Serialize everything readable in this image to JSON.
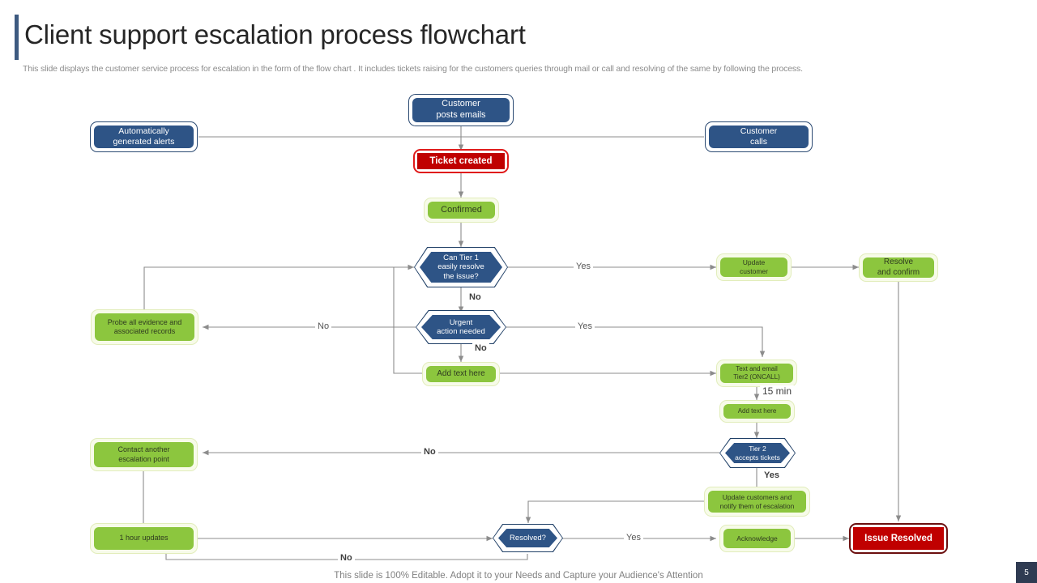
{
  "header": {
    "title": "Client support escalation process flowchart",
    "subtitle": "This slide displays the customer service process for escalation in the form of the flow chart . It includes tickets raising for the customers queries through mail or call and resolving of the same by following the process.",
    "accent_color": "#3d5a80"
  },
  "footer": {
    "note": "This slide is 100% Editable. Adopt it to your Needs and Capture your Audience's Attention",
    "page_number": "5"
  },
  "palette": {
    "blue_fill": "#2e5486",
    "green_fill": "#8cc63e",
    "red_fill": "#c00000",
    "red_bright_border": "#e01b1b",
    "red_dark_border": "#6b0f0f",
    "line": "#8c8c8c"
  },
  "chart_data": {
    "type": "diagram",
    "title": "Client support escalation process flowchart",
    "nodes": [
      {
        "id": "customer_posts_emails",
        "label": "Customer\nposts emails",
        "shape": "rounded-rect",
        "style": "blue"
      },
      {
        "id": "automatically_generated_alerts",
        "label": "Automatically\ngenerated alerts",
        "shape": "rounded-rect",
        "style": "blue"
      },
      {
        "id": "customer_calls",
        "label": "Customer\ncalls",
        "shape": "rounded-rect",
        "style": "blue"
      },
      {
        "id": "ticket_created",
        "label": "Ticket created",
        "shape": "rect",
        "style": "red-bright"
      },
      {
        "id": "confirmed",
        "label": "Confirmed",
        "shape": "rounded-rect",
        "style": "green"
      },
      {
        "id": "can_tier1_resolve",
        "label": "Can Tier 1\neasily resolve\nthe issue?",
        "shape": "hexagon",
        "style": "blue"
      },
      {
        "id": "update_customer",
        "label": "Update\ncustomer",
        "shape": "rounded-rect",
        "style": "green"
      },
      {
        "id": "resolve_and_confirm",
        "label": "Resolve\nand confirm",
        "shape": "rounded-rect",
        "style": "green"
      },
      {
        "id": "probe_all_evidence",
        "label": "Probe all evidence and\nassociated records",
        "shape": "rounded-rect",
        "style": "green"
      },
      {
        "id": "urgent_action_needed",
        "label": "Urgent\naction needed",
        "shape": "hexagon",
        "style": "blue"
      },
      {
        "id": "add_text_here_1",
        "label": "Add text here",
        "shape": "rounded-rect",
        "style": "green"
      },
      {
        "id": "text_and_email_tier2",
        "label": "Text and email\nTier2 (ONCALL)",
        "shape": "rounded-rect",
        "style": "green"
      },
      {
        "id": "add_text_here_2",
        "label": "Add text here",
        "shape": "rounded-rect",
        "style": "green"
      },
      {
        "id": "tier2_accepts_tickets",
        "label": "Tier 2\naccepts tickets",
        "shape": "hexagon",
        "style": "blue"
      },
      {
        "id": "contact_another_escalation_point",
        "label": "Contact another\nescalation point",
        "shape": "rounded-rect",
        "style": "green"
      },
      {
        "id": "update_customers_notify",
        "label": "Update customers and\nnotify them of escalation",
        "shape": "rounded-rect",
        "style": "green"
      },
      {
        "id": "one_hour_updates",
        "label": "1 hour updates",
        "shape": "rounded-rect",
        "style": "green"
      },
      {
        "id": "resolved_question",
        "label": "Resolved?",
        "shape": "hexagon",
        "style": "blue"
      },
      {
        "id": "acknowledge",
        "label": "Acknowledge",
        "shape": "rounded-rect",
        "style": "green"
      },
      {
        "id": "issue_resolved",
        "label": "Issue Resolved",
        "shape": "rect",
        "style": "red-dark"
      }
    ],
    "edges": [
      {
        "from": "customer_posts_emails",
        "to": "ticket_created",
        "label": ""
      },
      {
        "from": "automatically_generated_alerts",
        "to": "ticket_created",
        "label": ""
      },
      {
        "from": "customer_calls",
        "to": "ticket_created",
        "label": ""
      },
      {
        "from": "ticket_created",
        "to": "confirmed",
        "label": ""
      },
      {
        "from": "confirmed",
        "to": "can_tier1_resolve",
        "label": ""
      },
      {
        "from": "can_tier1_resolve",
        "to": "update_customer",
        "label": "Yes"
      },
      {
        "from": "update_customer",
        "to": "resolve_and_confirm",
        "label": ""
      },
      {
        "from": "resolve_and_confirm",
        "to": "issue_resolved",
        "label": ""
      },
      {
        "from": "can_tier1_resolve",
        "to": "urgent_action_needed",
        "label": "No"
      },
      {
        "from": "urgent_action_needed",
        "to": "probe_all_evidence",
        "label": "No"
      },
      {
        "from": "probe_all_evidence",
        "to": "can_tier1_resolve",
        "label": ""
      },
      {
        "from": "urgent_action_needed",
        "to": "text_and_email_tier2",
        "label": "Yes"
      },
      {
        "from": "urgent_action_needed",
        "to": "add_text_here_1",
        "label": "No"
      },
      {
        "from": "add_text_here_1",
        "to": "text_and_email_tier2",
        "label": ""
      },
      {
        "from": "text_and_email_tier2",
        "to": "add_text_here_2",
        "label": "15 min"
      },
      {
        "from": "add_text_here_2",
        "to": "tier2_accepts_tickets",
        "label": ""
      },
      {
        "from": "tier2_accepts_tickets",
        "to": "contact_another_escalation_point",
        "label": "No"
      },
      {
        "from": "tier2_accepts_tickets",
        "to": "update_customers_notify",
        "label": "Yes"
      },
      {
        "from": "update_customers_notify",
        "to": "resolved_question",
        "label": ""
      },
      {
        "from": "one_hour_updates",
        "to": "resolved_question",
        "label": ""
      },
      {
        "from": "resolved_question",
        "to": "acknowledge",
        "label": "Yes"
      },
      {
        "from": "resolved_question",
        "to": "one_hour_updates",
        "label": "No"
      },
      {
        "from": "acknowledge",
        "to": "issue_resolved",
        "label": ""
      }
    ],
    "edge_labels": [
      "Yes",
      "No",
      "No",
      "Yes",
      "No",
      "15 min",
      "No",
      "Yes",
      "Yes",
      "No"
    ]
  },
  "nodes": {
    "customer_posts_emails": "Customer\nposts emails",
    "automatically_generated_alerts": "Automatically\ngenerated alerts",
    "customer_calls": "Customer\ncalls",
    "ticket_created": "Ticket created",
    "confirmed": "Confirmed",
    "can_tier1_resolve": "Can Tier 1\neasily resolve\nthe issue?",
    "update_customer": "Update\ncustomer",
    "resolve_and_confirm": "Resolve\nand confirm",
    "probe_all_evidence": "Probe all evidence and\nassociated records",
    "urgent_action_needed": "Urgent\naction needed",
    "add_text_here_1": "Add text here",
    "text_and_email_tier2": "Text and email\nTier2 (ONCALL)",
    "add_text_here_2": "Add text here",
    "tier2_accepts_tickets": "Tier 2\naccepts tickets",
    "contact_another_escalation_point": "Contact another\nescalation point",
    "update_customers_notify": "Update customers and\nnotify them of escalation",
    "one_hour_updates": "1 hour updates",
    "resolved_question": "Resolved?",
    "acknowledge": "Acknowledge",
    "issue_resolved": "Issue Resolved"
  },
  "labels": {
    "yes_tier1": "Yes",
    "no_tier1": "No",
    "no_urgent_left": "No",
    "yes_urgent": "Yes",
    "no_urgent_down": "No",
    "fifteen_min": "15 min",
    "no_tier2": "No",
    "yes_tier2": "Yes",
    "yes_resolved": "Yes",
    "no_resolved": "No"
  }
}
